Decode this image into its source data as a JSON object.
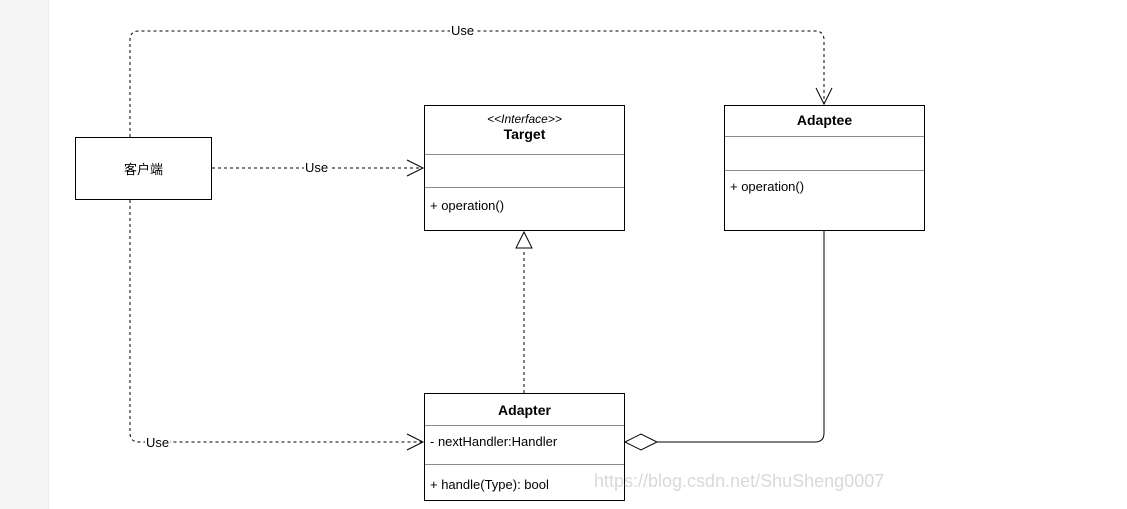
{
  "client": {
    "name": "客户端"
  },
  "target": {
    "stereotype": "<<Interface>>",
    "name": "Target",
    "attributes": "",
    "method": "+ operation()"
  },
  "adaptee": {
    "name": "Adaptee",
    "attributes": "",
    "method": "+ operation()"
  },
  "adapter": {
    "name": "Adapter",
    "attribute": "- nextHandler:Handler",
    "method": "+ handle(Type): bool"
  },
  "edges": {
    "client_adaptee_label": "Use",
    "client_target_label": "Use",
    "client_adapter_label": "Use"
  },
  "watermark": "https://blog.csdn.net/ShuSheng0007"
}
